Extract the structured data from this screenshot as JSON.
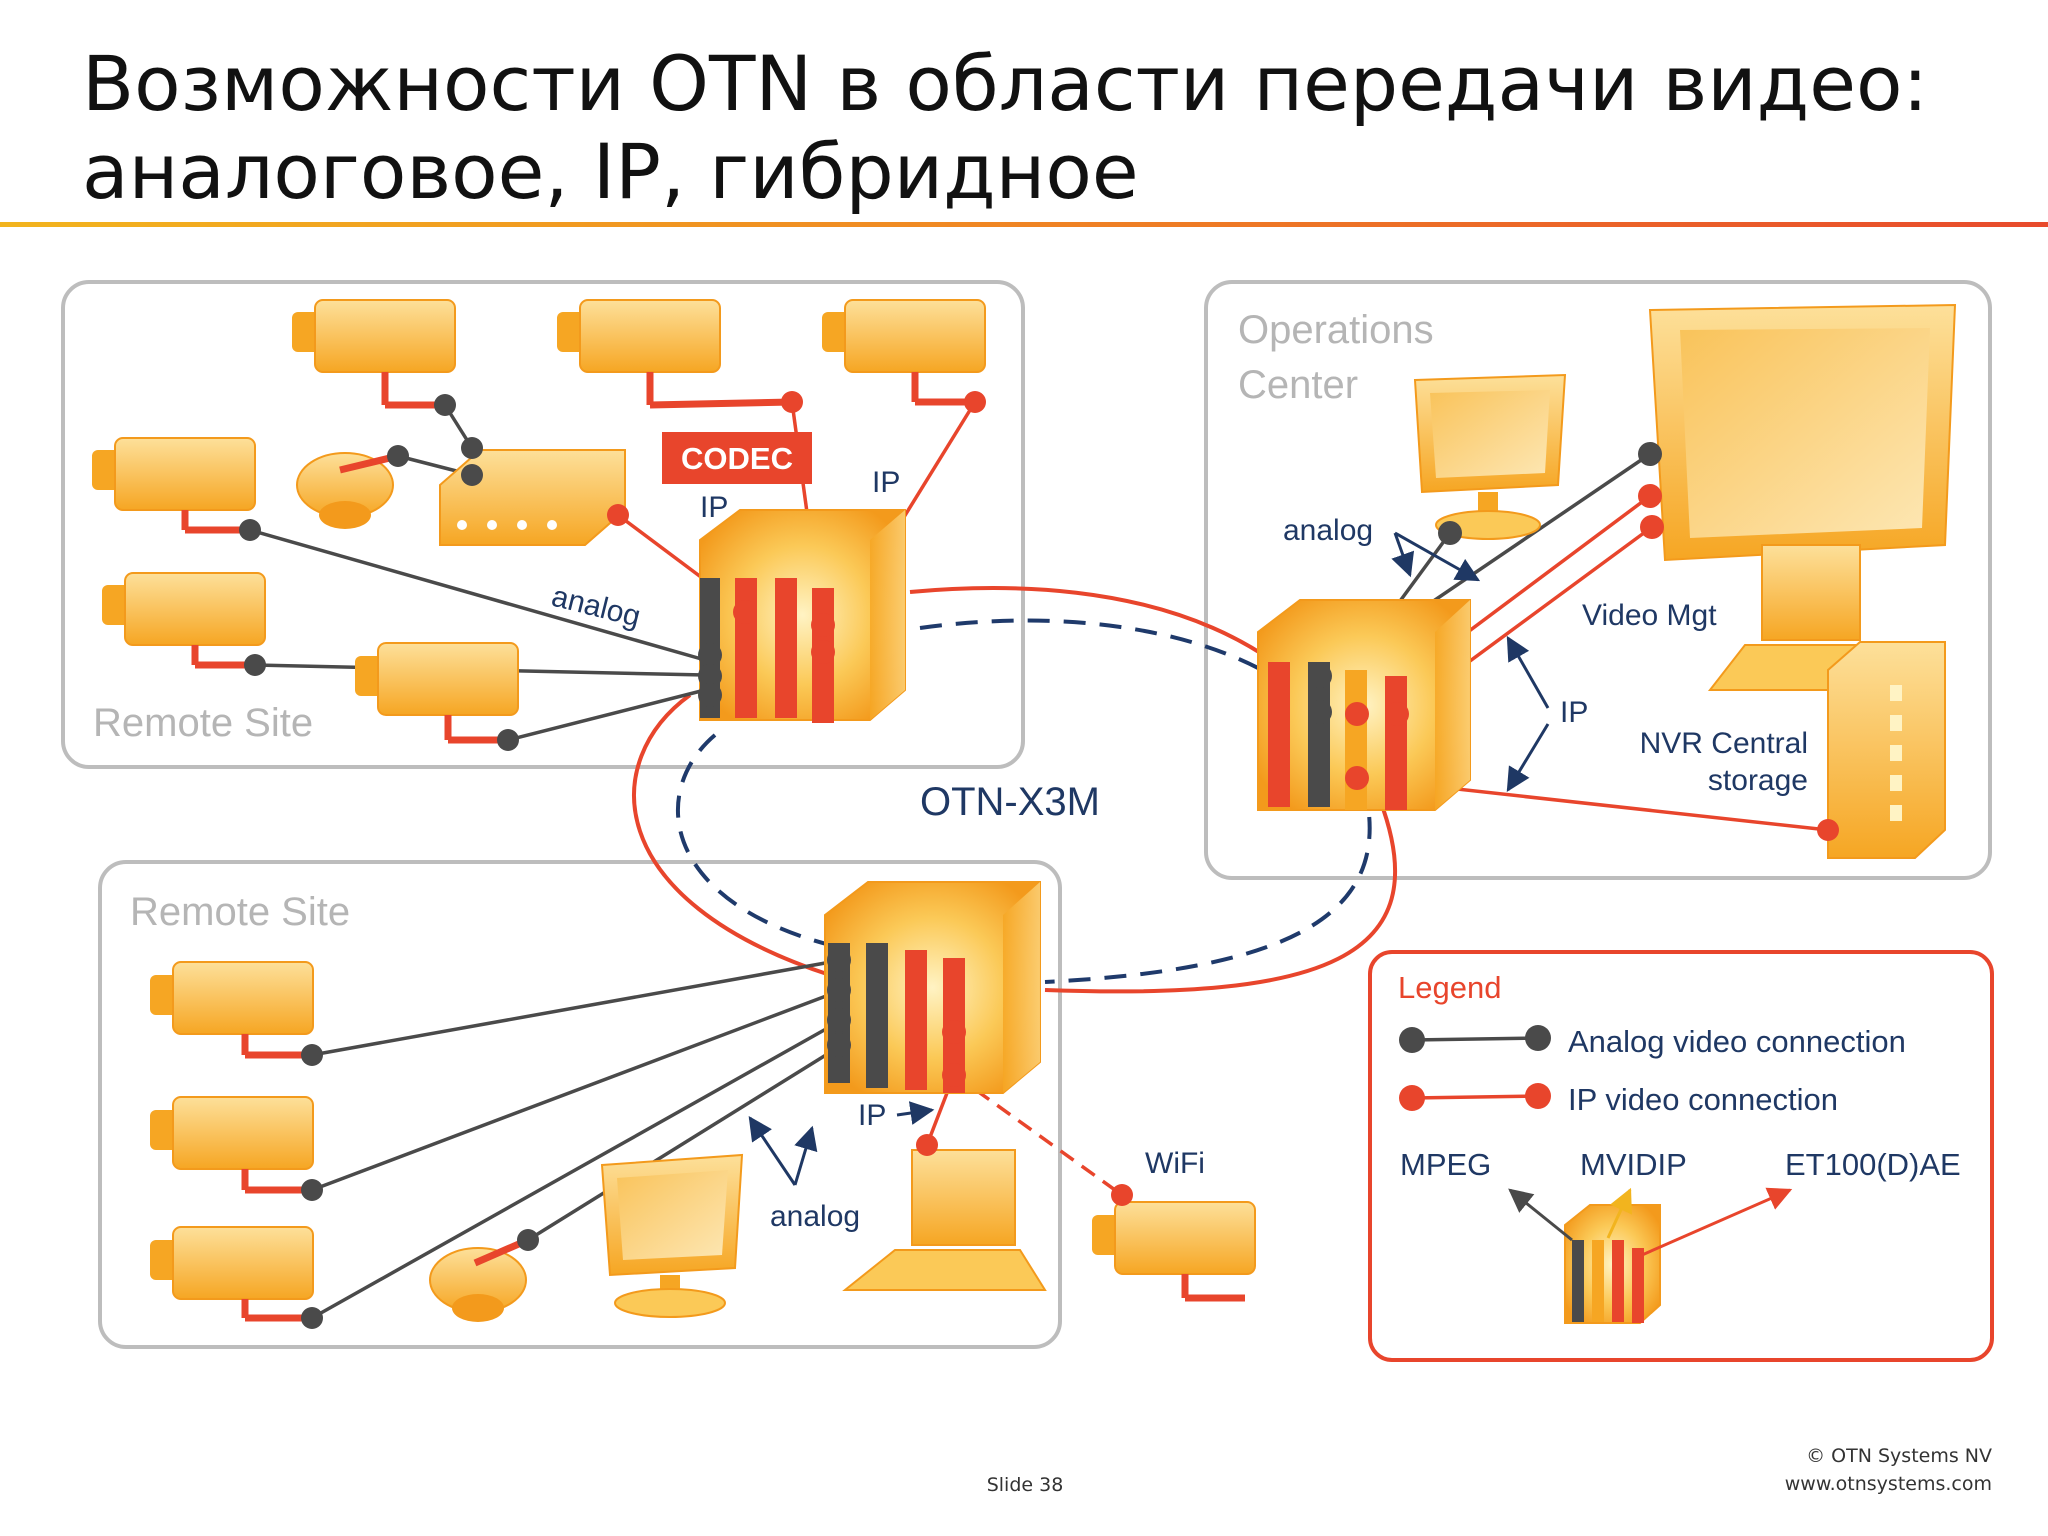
{
  "slide": {
    "title_line1": "Возможности OTN в области передачи видео:",
    "title_line2": "аналоговое, IP, гибридное",
    "slide_number": "Slide 38",
    "copyright": "© OTN Systems NV",
    "website": "www.otnsystems.com"
  },
  "diagram": {
    "remote_site_top": "Remote Site",
    "remote_site_bottom": "Remote Site",
    "operations_center_line1": "Operations",
    "operations_center_line2": "Center",
    "network_label": "OTN-X3M",
    "codec_label": "CODEC",
    "label_ip_codec": "IP",
    "label_ip_top": "IP",
    "label_analog_top": "analog",
    "label_analog_ops": "analog",
    "label_video_mgt": "Video Mgt",
    "label_ip_ops": "IP",
    "label_nvr_line1": "NVR Central",
    "label_nvr_line2": "storage",
    "label_ip_bottom": "IP",
    "label_analog_bottom": "analog",
    "label_wifi": "WiFi"
  },
  "legend": {
    "title": "Legend",
    "analog_entry": "Analog video connection",
    "ip_entry": "IP video connection",
    "card_mpeg": "MPEG",
    "card_mvidip": "MVIDIP",
    "card_et100": "ET100(D)AE"
  },
  "colors": {
    "ip_red": "#e8452c",
    "analog_dark": "#4a4a4a",
    "device_orange": "#f6a623",
    "device_light": "#fcd27a",
    "box_grey": "#bdbdbd",
    "network_navy": "#1f3a6b",
    "label_navy": "#1f3864"
  }
}
